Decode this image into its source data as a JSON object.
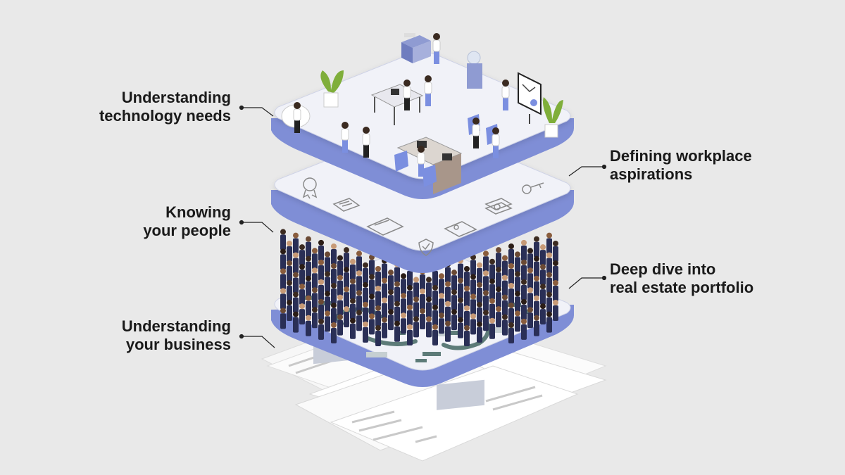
{
  "labels": {
    "technology": [
      "Understanding",
      "technology needs"
    ],
    "people": [
      "Knowing",
      "your people"
    ],
    "business": [
      "Understanding",
      "your business"
    ],
    "workplace": [
      "Defining workplace",
      "aspirations"
    ],
    "realestate": [
      "Deep dive into",
      "real estate portfolio"
    ]
  },
  "colors": {
    "background": "#e9e9e9",
    "platform_top": "#f1f2f8",
    "platform_edge": "#7f8ed6",
    "platform_edge_dark": "#5f6fc2",
    "map_green": "#5d7b78",
    "chair_blue": "#7b8fe0",
    "plant_green": "#7fae3a",
    "crowd_suit": "#2a2f56",
    "text": "#1a1a1a"
  },
  "icons": [
    "award-ribbon-icon",
    "document-icon",
    "folder-icon",
    "shield-icon",
    "id-card-icon",
    "money-stack-icon",
    "key-icon"
  ]
}
